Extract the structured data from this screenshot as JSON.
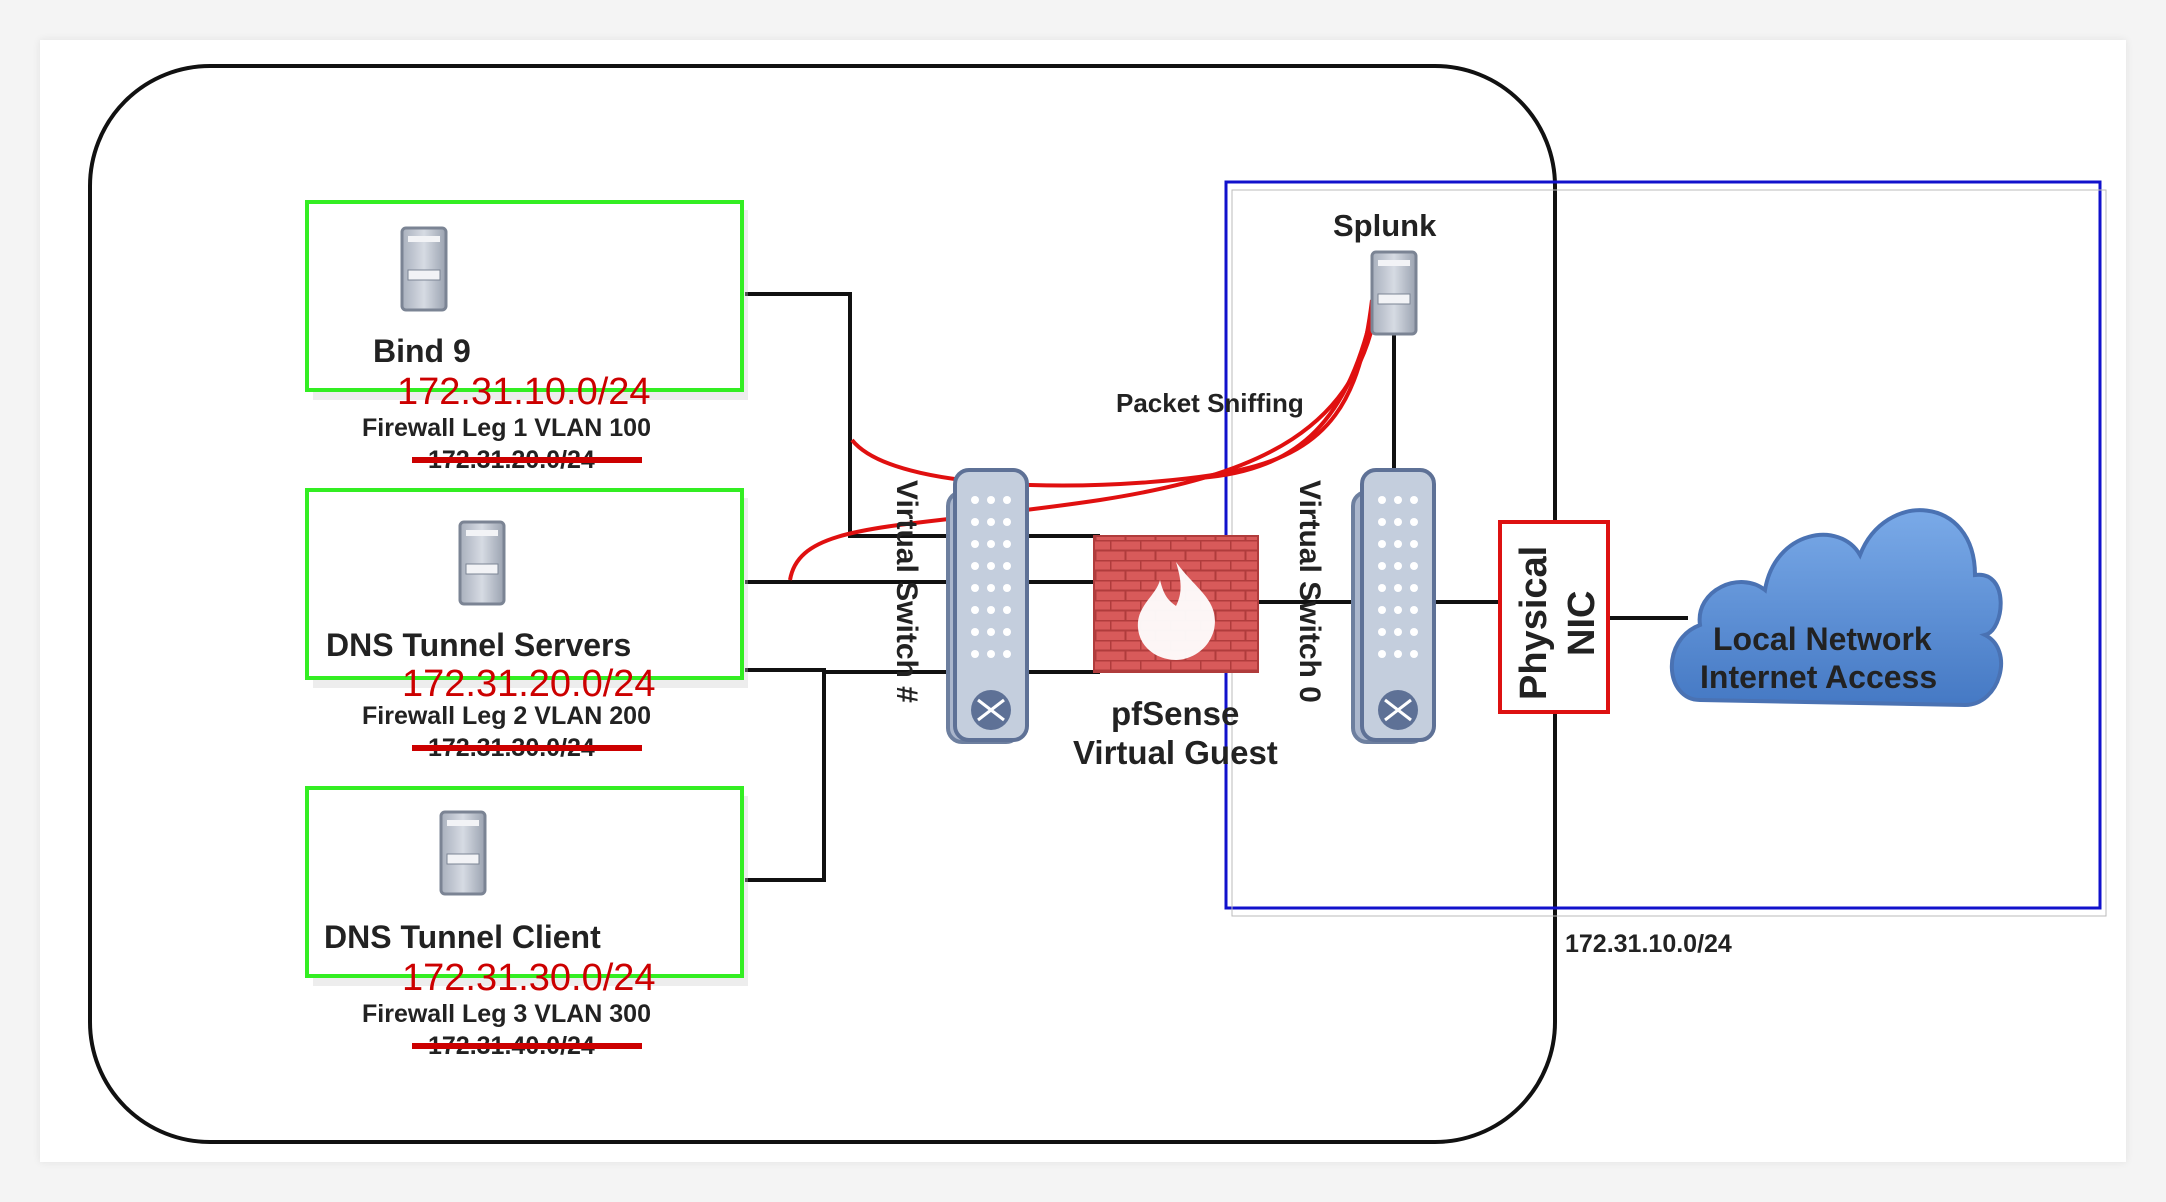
{
  "nodes": {
    "bind9": {
      "label": "Bind 9",
      "subnet_new": "172.31.10.0/24",
      "leg": "Firewall Leg 1 VLAN 100",
      "subnet_old": "172.31.20.0/24"
    },
    "dns_servers": {
      "label": "DNS Tunnel Servers",
      "subnet_new": "172.31.20.0/24",
      "leg": "Firewall Leg 2 VLAN 200",
      "subnet_old": "172.31.30.0/24"
    },
    "dns_client": {
      "label": "DNS Tunnel Client",
      "subnet_new": "172.31.30.0/24",
      "leg": "Firewall Leg 3 VLAN 300",
      "subnet_old": "172.31.40.0/24"
    },
    "vswitch_hash": {
      "label": "Virtual Switch #"
    },
    "vswitch_0": {
      "label": "Virtual Switch 0"
    },
    "firewall": {
      "line1": "pfSense",
      "line2": "Virtual Guest"
    },
    "splunk": {
      "label": "Splunk"
    },
    "nic": {
      "line1": "Physical",
      "line2": "NIC"
    },
    "cloud": {
      "line1": "Local Network",
      "line2": "Internet Access"
    }
  },
  "annotations": {
    "packet_sniffing": "Packet Sniffing",
    "host_subnet": "172.31.10.0/24"
  },
  "colors": {
    "host_box": "#33ee22",
    "host_boundary": "#1111cc",
    "annotation_red": "#cc0000",
    "nic_border": "#dd1111",
    "switch_fill": "#aab6cc",
    "cloud_fill": "#5b8fd6",
    "firewall_brick": "#d85a5a"
  }
}
